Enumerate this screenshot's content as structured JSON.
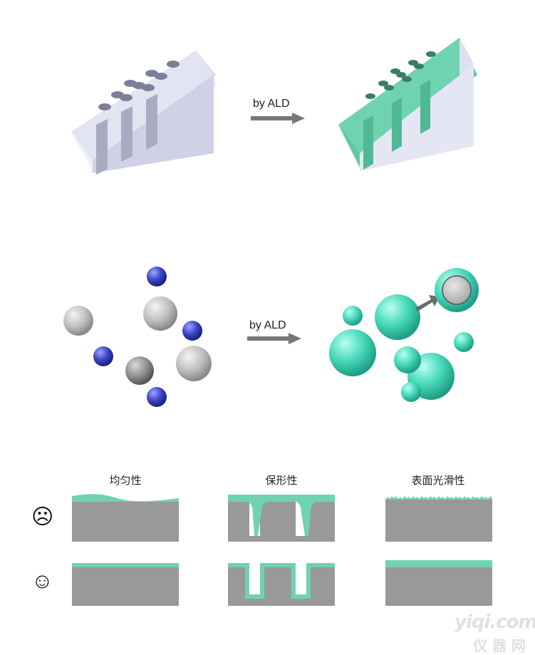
{
  "row1": {
    "arrow_label": "by ALD"
  },
  "row2": {
    "arrow_label": "by ALD"
  },
  "comparison": {
    "columns": [
      "均匀性",
      "保形性",
      "表面光滑性"
    ],
    "bad_face": "☹",
    "good_face": "☺"
  },
  "watermark": {
    "line1": "yiqi.com",
    "line2": "仪 器 网"
  },
  "colors": {
    "coating": "#6fd3b0",
    "substrate": "#999999",
    "block": "#dcdfee",
    "arrow": "#777777",
    "precursor": "#3b46c8"
  }
}
